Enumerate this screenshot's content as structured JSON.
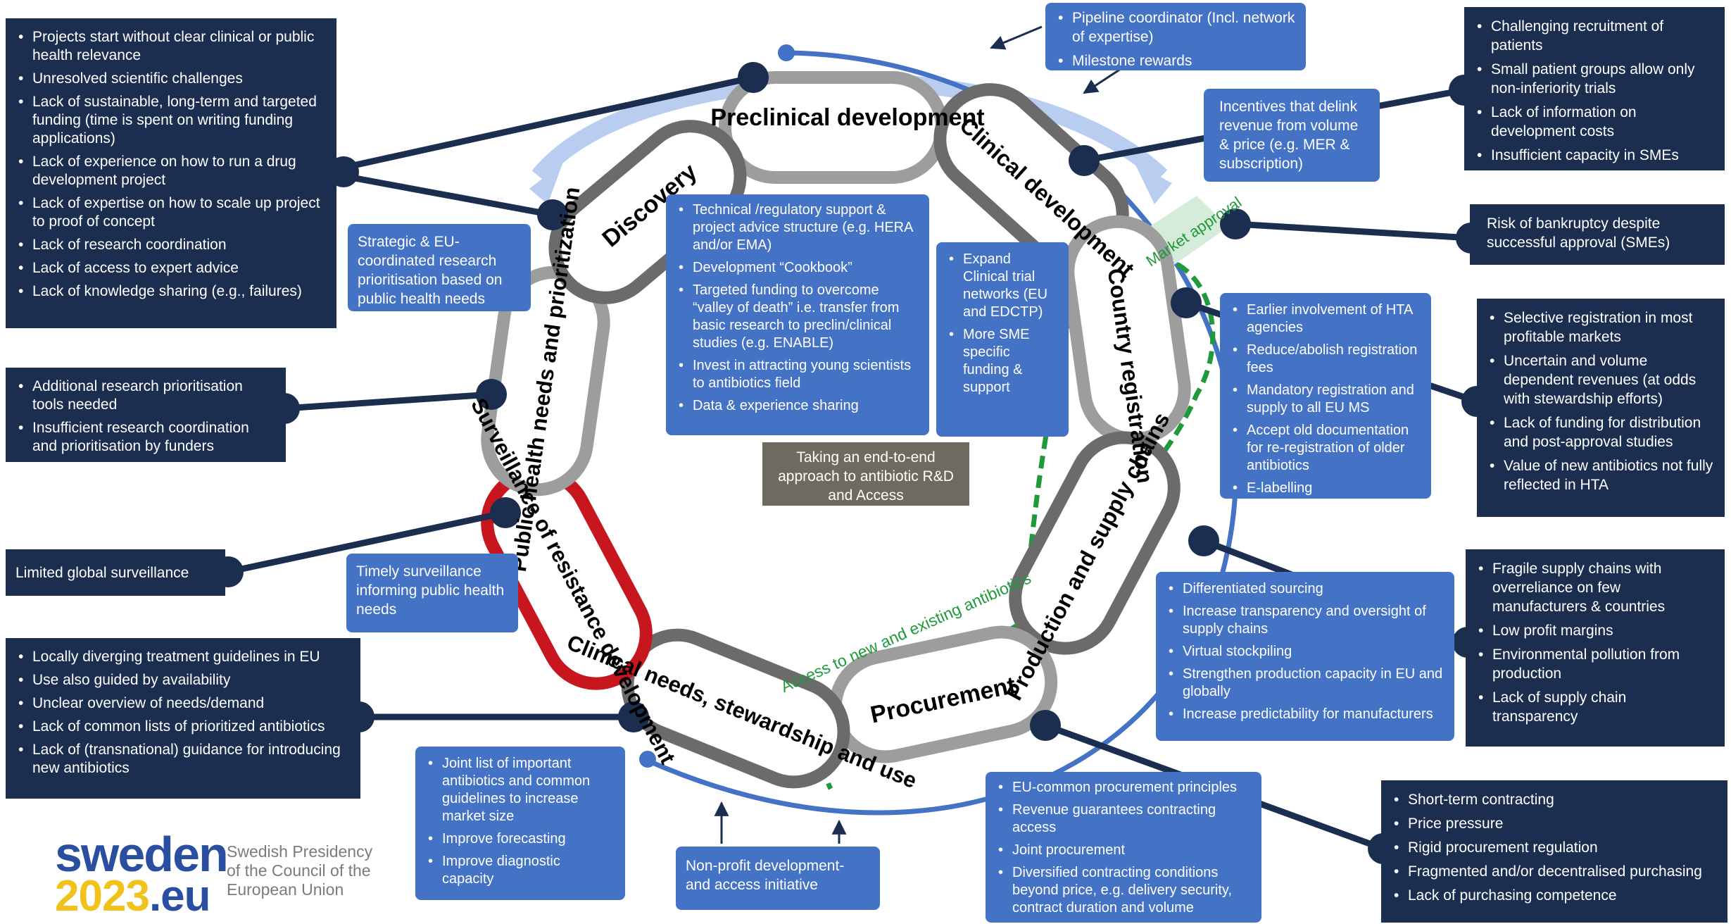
{
  "ring": {
    "preclinical": "Preclinical development",
    "clinical_dev": "Clinical development",
    "country_reg": "Country registration",
    "production": "Production and supply chains",
    "procurement": "Procurement",
    "clinical_needs": "Clinical needs, stewardship and use",
    "surveillance": "Surveillance of resistance development",
    "public_health": "Public health needs and prioritization",
    "discovery": "Discovery",
    "market_approval": "Market approval",
    "access_label": "Access to new and existing antibiotics"
  },
  "colors": {
    "dark_navy": "#1b2e4f",
    "mid_blue": "#4472c4",
    "red_stage": "#c8161e",
    "green_dashed": "#1e9a3a",
    "grey_link": "#9d9d9d"
  },
  "left_boxes": {
    "research": [
      "Projects start without clear clinical or public health relevance",
      "Unresolved scientific challenges",
      "Lack of sustainable, long-term and targeted funding (time is spent on writing funding applications)",
      "Lack of experience on how to run a drug development project",
      "Lack of expertise on how to scale up project to proof of concept",
      "Lack of research coordination",
      "Lack of access to expert advice",
      "Lack of knowledge sharing (e.g., failures)"
    ],
    "prioritisation": [
      "Additional research prioritisation tools needed",
      "Insufficient research coordination and prioritisation by funders"
    ],
    "surveillance": "Limited global surveillance",
    "guidelines": [
      "Locally diverging treatment guidelines in EU",
      "Use also guided by availability",
      "Unclear overview of needs/demand",
      "Lack of common lists of prioritized antibiotics",
      "Lack of (transnational) guidance for introducing new antibiotics"
    ]
  },
  "right_boxes": {
    "recruitment": [
      "Challenging recruitment of patients",
      "Small patient groups allow only non-inferiority trials",
      "Lack of information on development costs",
      "Insufficient capacity in SMEs"
    ],
    "bankruptcy": "Risk of bankruptcy despite successful approval (SMEs)",
    "registration": [
      "Selective registration in most profitable markets",
      "Uncertain and volume dependent revenues (at odds with stewardship efforts)",
      "Lack of funding for distribution and post-approval studies",
      "Value of new antibiotics not fully reflected in HTA"
    ],
    "supply": [
      "Fragile supply chains with overreliance on few manufacturers & countries",
      "Low profit margins",
      "Environmental pollution from production",
      "Lack of supply chain transparency"
    ],
    "procurement": [
      "Short-term contracting",
      "Price pressure",
      "Rigid procurement regulation",
      "Fragmented and/or decentralised purchasing",
      "Lack of purchasing competence"
    ]
  },
  "solutions": {
    "pipeline": [
      "Pipeline coordinator (Incl. network of expertise)",
      "Milestone rewards"
    ],
    "incentives": "Incentives that delink revenue from volume & price (e.g. MER & subscription)",
    "strategic": "Strategic & EU-coordinated research prioritisation based on public health needs",
    "technical": [
      "Technical /regulatory support & project advice structure (e.g. HERA and/or EMA)",
      "Development “Cookbook”",
      "Targeted funding to overcome “valley of death” i.e. transfer from basic research to preclin/clinical studies (e.g. ENABLE)",
      "Invest in attracting young scientists to antibiotics field",
      "Data & experience sharing"
    ],
    "expand": [
      "Expand Clinical trial networks (EU and EDCTP)",
      "More SME specific funding & support"
    ],
    "hta": [
      "Earlier involvement of HTA agencies",
      "Reduce/abolish registration fees",
      "Mandatory registration and supply to all EU MS",
      "Accept old documentation for re-registration of older antibiotics",
      "E-labelling"
    ],
    "timely": "Timely surveillance informing public health needs",
    "sourcing": [
      "Differentiated sourcing",
      "Increase transparency and oversight of supply chains",
      "Virtual stockpiling",
      "Strengthen production capacity in EU and globally",
      "Increase predictability for manufacturers"
    ],
    "joint_list": [
      "Joint list of important antibiotics and common guidelines to increase market size",
      "Improve forecasting",
      "Improve diagnostic capacity"
    ],
    "nonprofit": "Non-profit development- and access initiative",
    "eu_procurement": [
      "EU-common procurement principles",
      "Revenue guarantees contracting access",
      "Joint procurement",
      "Diversified contracting conditions beyond price, e.g. delivery security, contract duration and volume"
    ],
    "center": "Taking an end-to-end approach to antibiotic R&D and Access"
  },
  "logo": {
    "wordmark_top": "sweden",
    "wordmark_year": "2023",
    "wordmark_tld": ".eu",
    "subtitle": "Swedish Presidency of the Council of the European Union"
  }
}
